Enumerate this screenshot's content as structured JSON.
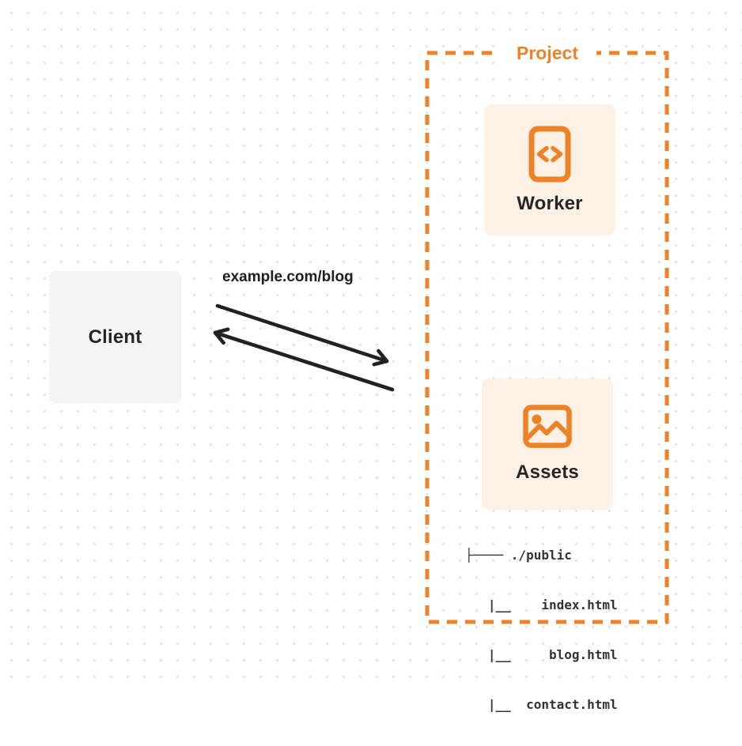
{
  "colors": {
    "accent_orange": "#ED8227",
    "panel_cream": "#FDF1E5",
    "panel_gray": "#F5F5F6",
    "ink": "#222222",
    "tree_text": "#333333",
    "dot_grid": "#E3E3E6"
  },
  "client": {
    "label": "Client"
  },
  "request": {
    "label": "example.com/blog"
  },
  "project": {
    "label": "Project",
    "worker": {
      "label": "Worker",
      "icon": "code-document-icon"
    },
    "assets": {
      "label": "Assets",
      "icon": "image-icon",
      "file_tree": [
        "├──── ./public",
        "   |__    index.html",
        "   |__     blog.html",
        "   |__  contact.html"
      ]
    }
  }
}
